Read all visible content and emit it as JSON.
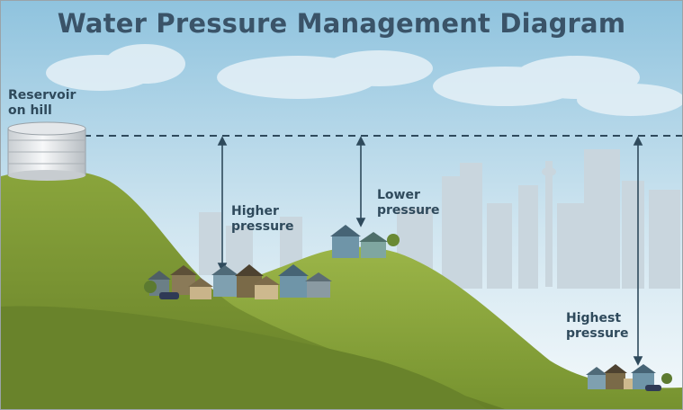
{
  "title": "Water Pressure Management Diagram",
  "labels": {
    "reservoir": [
      "Reservoir",
      "on hill"
    ],
    "higher": [
      "Higher",
      "pressure"
    ],
    "lower": [
      "Lower",
      "pressure"
    ],
    "highest": [
      "Highest",
      "pressure"
    ]
  },
  "colors": {
    "sky_top": "#8fc3de",
    "sky_bottom": "#f2f8fb",
    "hill_light": "#8aa63e",
    "hill_dark": "#6f8c2f",
    "title": "#3a5368",
    "skyline": "#c9d6de"
  }
}
